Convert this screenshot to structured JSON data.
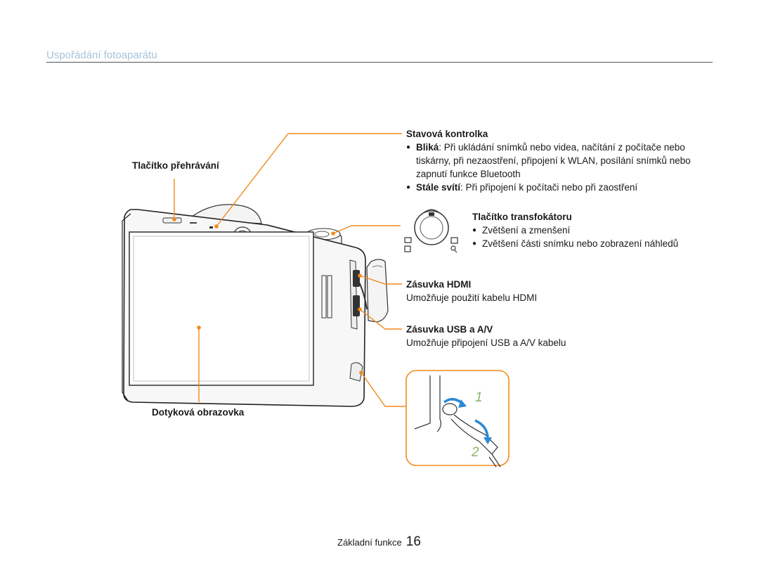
{
  "header": {
    "section_title": "Uspořádání fotoaparátu"
  },
  "callouts": {
    "status_light": {
      "title": "Stavová kontrolka",
      "items": [
        {
          "term": "Bliká",
          "desc": ": Při ukládání snímků nebo videa, načítání z počítače nebo tiskárny, při nezaostření, připojení k WLAN, posílání snímků nebo zapnutí funkce Bluetooth"
        },
        {
          "term": "Stále svítí",
          "desc": ": Při připojení k počítači nebo při zaostření"
        }
      ]
    },
    "playback_button": {
      "title": "Tlačítko přehrávání"
    },
    "zoom_button": {
      "title": "Tlačítko transfokátoru",
      "items": [
        "Zvětšení a zmenšení",
        "Zvětšení části snímku nebo zobrazení náhledů"
      ]
    },
    "hdmi_port": {
      "title": "Zásuvka HDMI",
      "desc": "Umožňuje použití kabelu HDMI"
    },
    "usb_av_port": {
      "title": "Zásuvka USB a A/V",
      "desc": "Umožňuje připojení USB a A/V kabelu"
    },
    "touch_screen": {
      "title": "Dotyková obrazovka"
    }
  },
  "strap_steps": {
    "step1": "1",
    "step2": "2"
  },
  "footer": {
    "section": "Základní funkce",
    "page": "16"
  },
  "colors": {
    "leader": "#f08a1c",
    "title": "#a6c3d9",
    "arrow_blue": "#2a8ad4"
  }
}
